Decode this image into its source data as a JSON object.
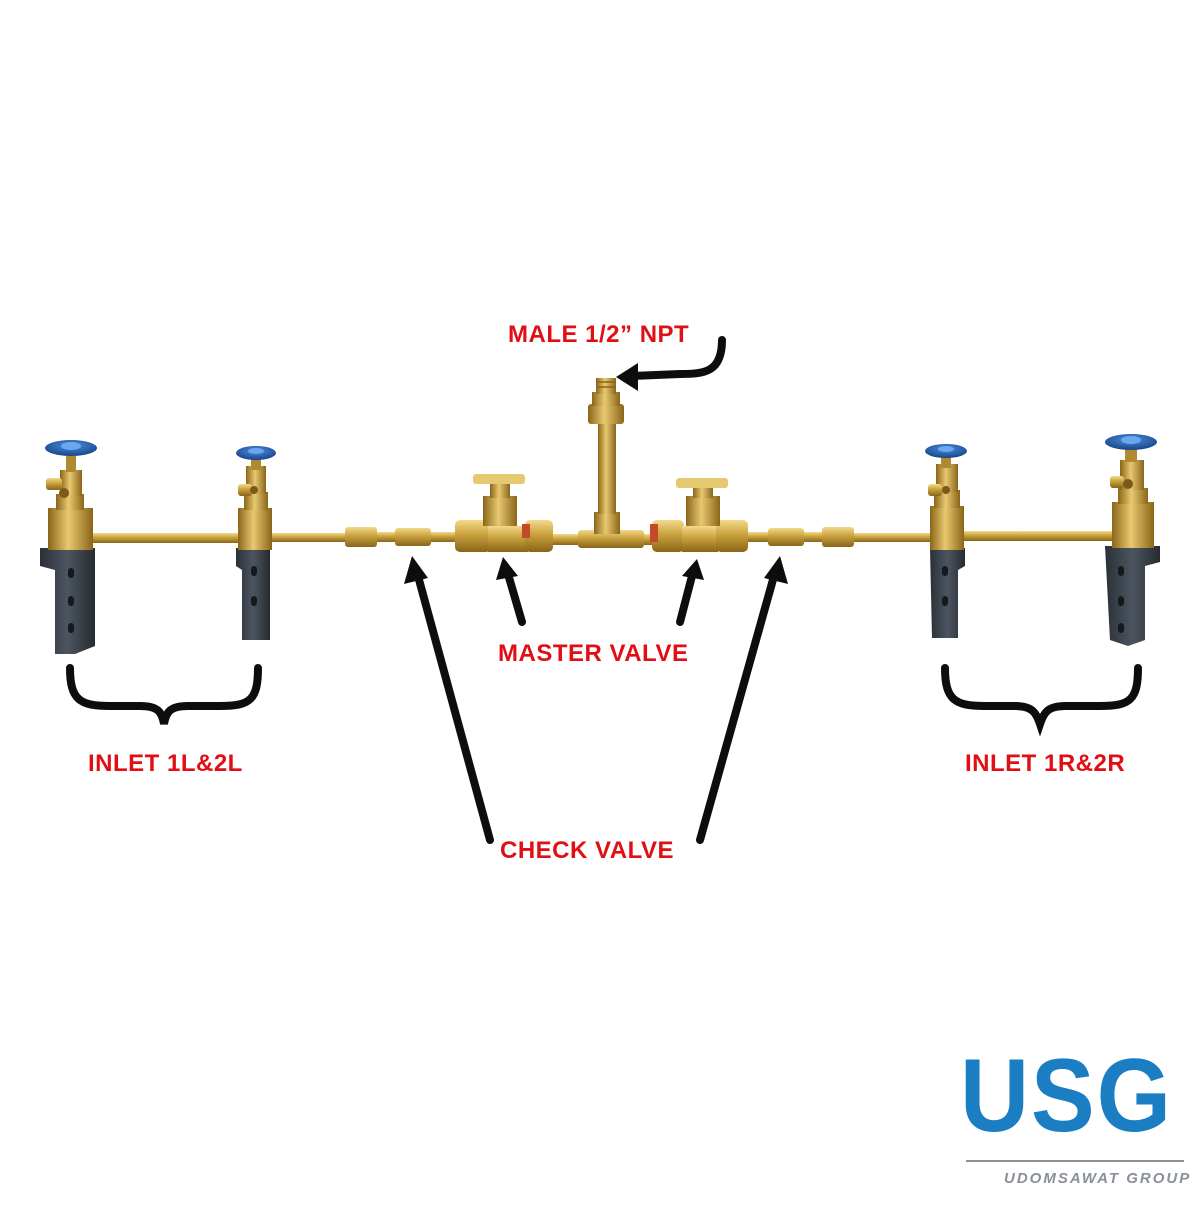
{
  "labels": {
    "male_npt": "MALE 1/2” NPT",
    "master_valve": "MASTER VALVE",
    "check_valve": "CHECK VALVE",
    "inlet_left": "INLET 1L&2L",
    "inlet_right": "INLET 1R&2R"
  },
  "logo": {
    "text": "USG",
    "subtitle": "UDOMSAWAT GROUP"
  },
  "colors": {
    "label": "#e10f14",
    "brass": "#c9a23e",
    "brass_dark": "#9a7420",
    "handwheel": "#1f5fb0",
    "bracket": "#3e4650",
    "arrow": "#0d0d0d",
    "logo_blue": "#1c7ec2",
    "logo_gray": "#8a9099"
  }
}
